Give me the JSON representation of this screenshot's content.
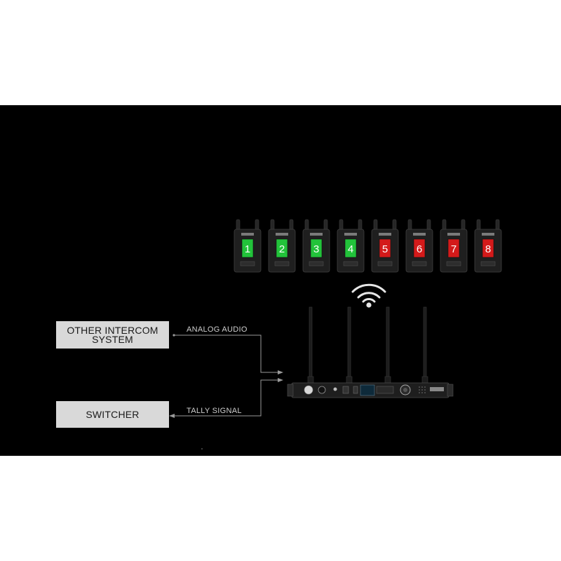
{
  "boxes": {
    "intercom": "OTHER INTERCOM\nSYSTEM",
    "switcher": "SWITCHER"
  },
  "signals": {
    "analog_audio": "ANALOG AUDIO",
    "tally_signal": "TALLY SIGNAL"
  },
  "beltpacks": [
    {
      "number": "1",
      "status": "green"
    },
    {
      "number": "2",
      "status": "green"
    },
    {
      "number": "3",
      "status": "green"
    },
    {
      "number": "4",
      "status": "green"
    },
    {
      "number": "5",
      "status": "red"
    },
    {
      "number": "6",
      "status": "red"
    },
    {
      "number": "7",
      "status": "red"
    },
    {
      "number": "8",
      "status": "red"
    }
  ],
  "colors": {
    "background": "#000000",
    "box_fill": "#d9d9d9",
    "tally_green": "#22c33a",
    "tally_red": "#d41a1a",
    "line": "#9a9a9a",
    "wifi": "#e6e6e6"
  },
  "icons": {
    "wireless": "wifi-icon"
  }
}
